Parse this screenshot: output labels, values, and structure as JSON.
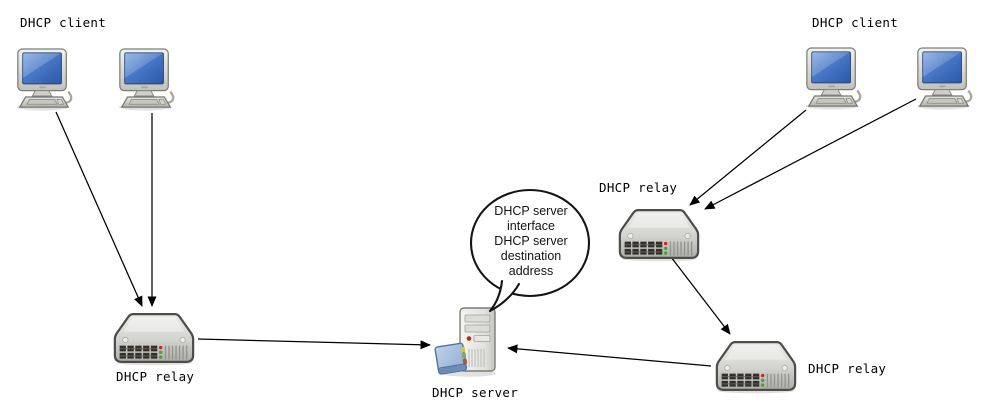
{
  "labels": {
    "client_left": "DHCP client",
    "client_right": "DHCP client",
    "relay_left": "DHCP relay",
    "relay_mid_right": "DHCP relay",
    "relay_bottom_right": "DHCP relay",
    "server": "DHCP server"
  },
  "bubble": {
    "lines": [
      "DHCP server",
      "interface",
      "DHCP server",
      "destination",
      "address"
    ]
  },
  "icons": {
    "client": "desktop-computer-icon",
    "relay": "network-switch-icon",
    "server": "server-tower-icon"
  },
  "colors": {
    "background": "#ffffff",
    "arrow": "#000000",
    "screen_blue": "#3565b6",
    "device_gray": "#c9c9c4",
    "led_red": "#cc2418",
    "led_green": "#4aa232",
    "book_blue": "#9db8d8"
  }
}
